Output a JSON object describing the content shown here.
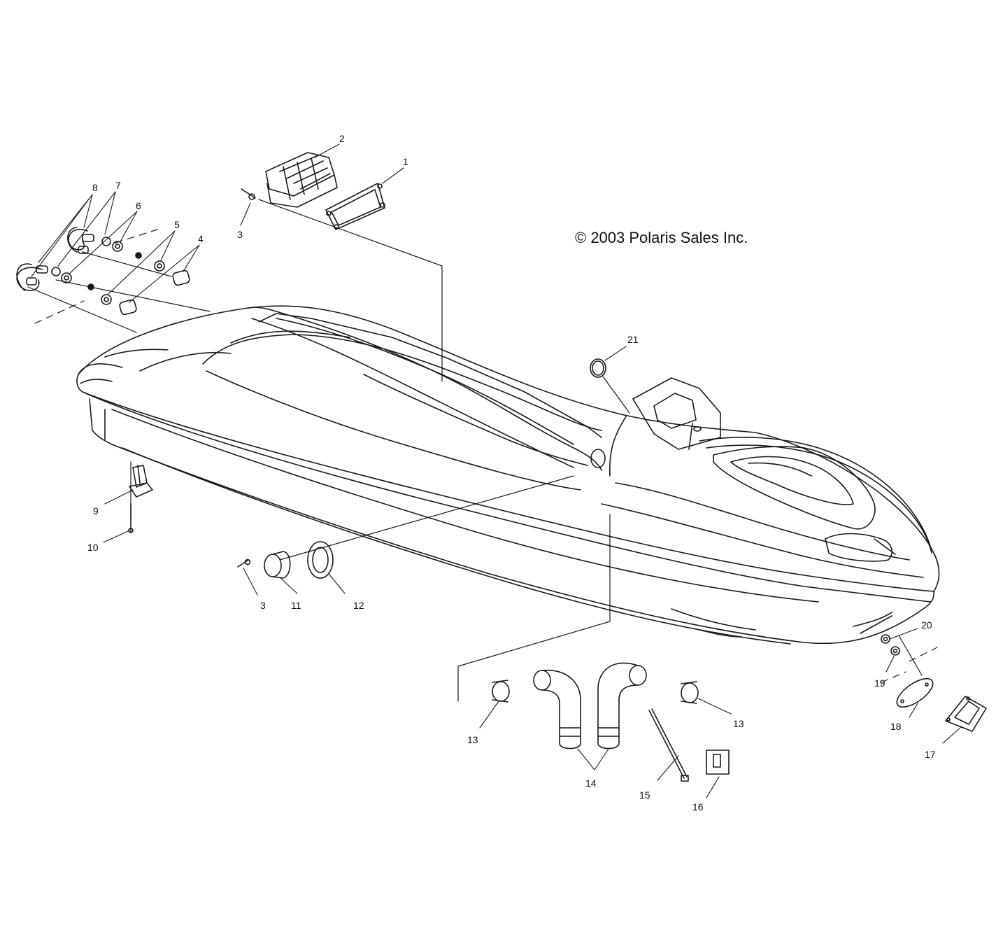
{
  "copyright": "© 2003 Polaris Sales Inc.",
  "callouts": [
    "1",
    "2",
    "3",
    "4",
    "5",
    "6",
    "7",
    "8",
    "9",
    "10",
    "3",
    "11",
    "12",
    "13",
    "14",
    "13",
    "15",
    "16",
    "17",
    "18",
    "19",
    "20",
    "21"
  ],
  "colors": {
    "line": "#1a1a1a",
    "background": "#ffffff"
  }
}
